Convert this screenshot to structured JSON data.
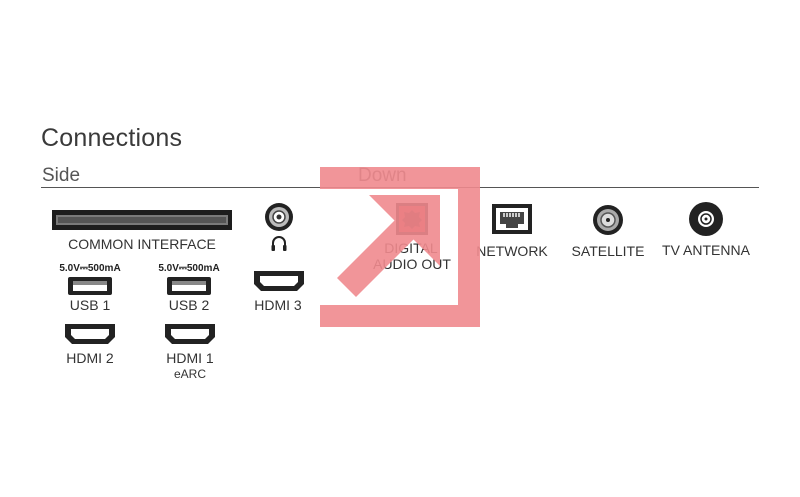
{
  "title": "Connections",
  "sections": {
    "side": "Side",
    "down": "Down"
  },
  "ports": {
    "common_interface": "COMMON INTERFACE",
    "usb1": {
      "label": "USB 1",
      "rating": "5.0V⎓500mA"
    },
    "usb2": {
      "label": "USB 2",
      "rating": "5.0V⎓500mA"
    },
    "hdmi3": "HDMI 3",
    "hdmi2": "HDMI 2",
    "hdmi1": {
      "label": "HDMI 1",
      "sub": "eARC"
    },
    "digital_audio_out": {
      "line1": "DIGITAL",
      "line2": "AUDIO OUT"
    },
    "network": "NETWORK",
    "satellite": "SATELLITE",
    "tv_antenna": "TV ANTENNA"
  },
  "colors": {
    "highlight": "#f08a8e",
    "port_dark": "#222222",
    "port_red": "#c0272d"
  },
  "icons": [
    "headphone-icon",
    "arrow-icon",
    "optical-port-icon",
    "ethernet-port-icon",
    "coax-port-icon"
  ]
}
